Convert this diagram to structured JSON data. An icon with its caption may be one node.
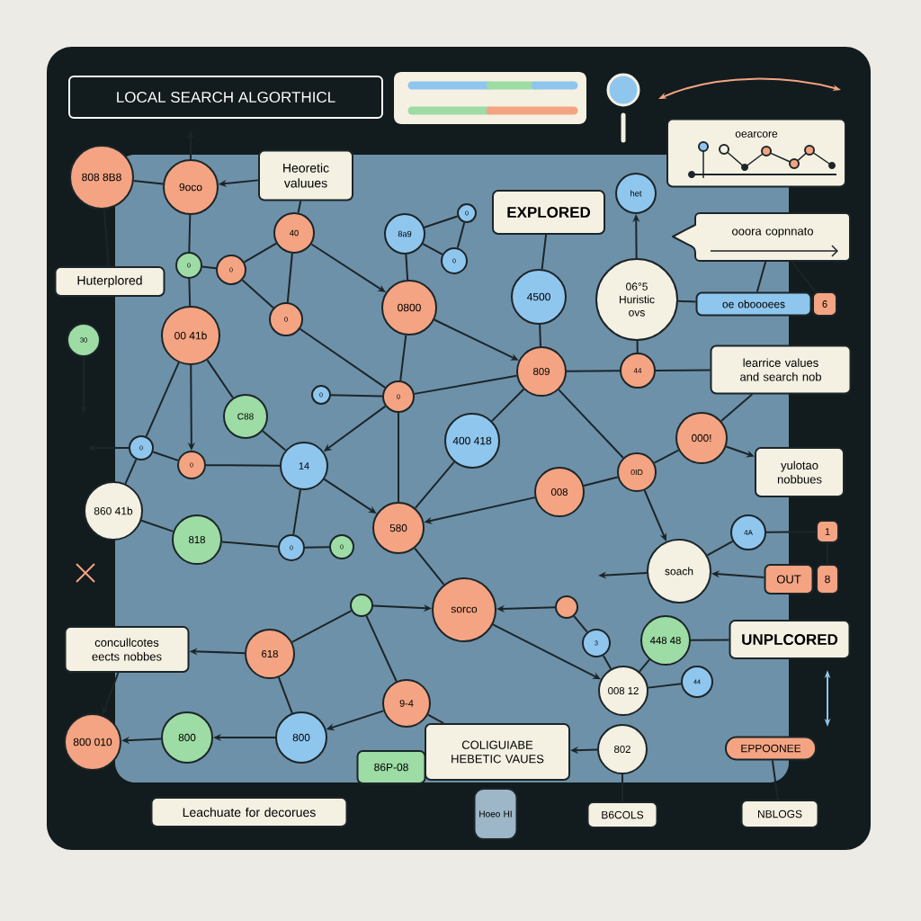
{
  "diagram": {
    "title": "LOCAL SEARCH ALGORTHICL",
    "nodes": [
      {
        "text": [
          "808 8B8"
        ]
      },
      {
        "text": [
          "9oco"
        ]
      },
      {
        "text": [
          "Heoretic valuues"
        ]
      },
      {
        "text": [
          "het"
        ]
      },
      {
        "text": [
          "oearcore"
        ]
      },
      {
        "text": [
          "EXPLORED"
        ]
      },
      {
        "text": [
          "0"
        ]
      },
      {
        "text": [
          "40"
        ]
      },
      {
        "text": [
          "8a9"
        ]
      },
      {
        "text": [
          "ooora copnnato"
        ]
      },
      {
        "text": [
          "0"
        ]
      },
      {
        "text": [
          "0"
        ]
      },
      {
        "text": [
          "0"
        ]
      },
      {
        "text": [
          "Huterplored"
        ]
      },
      {
        "text": [
          "4500"
        ]
      },
      {
        "text": [
          "06°5",
          "Huristic",
          "ovs"
        ]
      },
      {
        "text": [
          "oe oboooees"
        ]
      },
      {
        "text": [
          "6"
        ]
      },
      {
        "text": [
          "0800"
        ]
      },
      {
        "text": [
          "0"
        ]
      },
      {
        "text": [
          "00 41b"
        ]
      },
      {
        "text": [
          "30"
        ]
      },
      {
        "text": [
          "809"
        ]
      },
      {
        "text": [
          "44"
        ]
      },
      {
        "text": [
          "learrice values and search nob"
        ]
      },
      {
        "text": [
          "0"
        ]
      },
      {
        "text": [
          "0"
        ]
      },
      {
        "text": [
          "C88"
        ]
      },
      {
        "text": [
          "400 418"
        ]
      },
      {
        "text": [
          "000!"
        ]
      },
      {
        "text": [
          "0"
        ]
      },
      {
        "text": [
          "0"
        ]
      },
      {
        "text": [
          "14"
        ]
      },
      {
        "text": [
          "0ID"
        ]
      },
      {
        "text": [
          "yulotao nobbues"
        ]
      },
      {
        "text": [
          "008"
        ]
      },
      {
        "text": [
          "860 41b"
        ]
      },
      {
        "text": [
          "580"
        ]
      },
      {
        "text": [
          "4A"
        ]
      },
      {
        "text": [
          "1"
        ]
      },
      {
        "text": [
          "818"
        ]
      },
      {
        "text": [
          "0"
        ]
      },
      {
        "text": [
          "0"
        ]
      },
      {
        "text": [
          "soach"
        ]
      },
      {
        "text": [
          "OUT"
        ]
      },
      {
        "text": [
          "8"
        ]
      },
      {
        "text": [
          "sorco"
        ]
      },
      {
        "text": [
          "448 48"
        ]
      },
      {
        "text": [
          "UNPLCORED"
        ]
      },
      {
        "text": [
          "concullcotes eects nobbes"
        ]
      },
      {
        "text": [
          "618"
        ]
      },
      {
        "text": [
          "3"
        ]
      },
      {
        "text": [],
        "shape": "circle"
      },
      {
        "text": [],
        "shape": "circle"
      },
      {
        "text": [
          "9-4"
        ]
      },
      {
        "text": [
          "008 12"
        ]
      },
      {
        "text": [
          "44"
        ]
      },
      {
        "text": [
          "800 010"
        ]
      },
      {
        "text": [
          "800"
        ]
      },
      {
        "text": [
          "800"
        ]
      },
      {
        "text": [
          "COLIGUIABE HEBETIC VAUES"
        ]
      },
      {
        "text": [
          "86P-08"
        ]
      },
      {
        "text": [
          "802"
        ]
      },
      {
        "text": [
          "EPPOONEE"
        ]
      },
      {
        "text": [
          "Leachuate for decorues"
        ]
      },
      {
        "text": [
          "Hoeo HI"
        ]
      },
      {
        "text": [
          "B6COLS"
        ]
      },
      {
        "text": [
          "NBLOGS"
        ]
      }
    ],
    "edges": [
      {
        "from": 0,
        "to": 1,
        "arrow": "none"
      },
      {
        "from": 0,
        "to": 13,
        "arrow": "none"
      },
      {
        "from": 2,
        "to": 1,
        "arrow": "to"
      },
      {
        "from": 1,
        "to": 11,
        "arrow": "none"
      },
      {
        "from": 1,
        "to": null,
        "arrow": "to"
      },
      {
        "from": 2,
        "to": 7,
        "arrow": "none"
      },
      {
        "from": 7,
        "to": 12,
        "arrow": "none"
      },
      {
        "from": 7,
        "to": 18,
        "arrow": "to"
      },
      {
        "from": 7,
        "to": 19,
        "arrow": "none"
      },
      {
        "from": 8,
        "to": 10,
        "arrow": "none"
      },
      {
        "from": 8,
        "to": 18,
        "arrow": "none"
      },
      {
        "from": 6,
        "to": 8,
        "arrow": "none"
      },
      {
        "from": 6,
        "to": 10,
        "arrow": "none"
      },
      {
        "from": 11,
        "to": 12,
        "arrow": "none"
      },
      {
        "from": 11,
        "to": 20,
        "arrow": "none"
      },
      {
        "from": 12,
        "to": 19,
        "arrow": "none"
      },
      {
        "from": 5,
        "to": 14,
        "arrow": "none"
      },
      {
        "from": 15,
        "to": 3,
        "arrow": "to"
      },
      {
        "from": 15,
        "to": 16,
        "arrow": "none"
      },
      {
        "from": 9,
        "to": 16,
        "arrow": "none"
      },
      {
        "from": 9,
        "to": 17,
        "arrow": "none"
      },
      {
        "from": 14,
        "to": 22,
        "arrow": "none"
      },
      {
        "from": 18,
        "to": 22,
        "arrow": "to"
      },
      {
        "from": 15,
        "to": 23,
        "arrow": "none"
      },
      {
        "from": 22,
        "to": 23,
        "arrow": "none"
      },
      {
        "from": 23,
        "to": 24,
        "arrow": "none"
      },
      {
        "from": 24,
        "to": 29,
        "arrow": "none"
      },
      {
        "from": 22,
        "to": 25,
        "arrow": "none"
      },
      {
        "from": 19,
        "to": 25,
        "arrow": "none"
      },
      {
        "from": 18,
        "to": 25,
        "arrow": "none"
      },
      {
        "from": 25,
        "to": 26,
        "arrow": "none"
      },
      {
        "from": 20,
        "to": 27,
        "arrow": "none"
      },
      {
        "from": 20,
        "to": 30,
        "arrow": "none"
      },
      {
        "from": 20,
        "to": 31,
        "arrow": "to"
      },
      {
        "from": 27,
        "to": 32,
        "arrow": "none"
      },
      {
        "from": 25,
        "to": 32,
        "arrow": "to"
      },
      {
        "from": 25,
        "to": 37,
        "arrow": "none"
      },
      {
        "from": 22,
        "to": 28,
        "arrow": "none"
      },
      {
        "from": 22,
        "to": 33,
        "arrow": "none"
      },
      {
        "from": 29,
        "to": 33,
        "arrow": "none"
      },
      {
        "from": 29,
        "to": 34,
        "arrow": "to"
      },
      {
        "from": 30,
        "to": 31,
        "arrow": "none"
      },
      {
        "from": 31,
        "to": 32,
        "arrow": "none"
      },
      {
        "from": 30,
        "to": 36,
        "arrow": "none"
      },
      {
        "from": 21,
        "to": null,
        "arrow": "to"
      },
      {
        "from": 30,
        "to": null,
        "arrow": "to"
      },
      {
        "from": 32,
        "to": 37,
        "arrow": "to"
      },
      {
        "from": 32,
        "to": 41,
        "arrow": "none"
      },
      {
        "from": 28,
        "to": 37,
        "arrow": "none"
      },
      {
        "from": 33,
        "to": 35,
        "arrow": "none"
      },
      {
        "from": 35,
        "to": 37,
        "arrow": "to"
      },
      {
        "from": 33,
        "to": 43,
        "arrow": "to"
      },
      {
        "from": 36,
        "to": 40,
        "arrow": "none"
      },
      {
        "from": 40,
        "to": 41,
        "arrow": "none"
      },
      {
        "from": 41,
        "to": 42,
        "arrow": "none"
      },
      {
        "from": 37,
        "to": 46,
        "arrow": "none"
      },
      {
        "from": 38,
        "to": 43,
        "arrow": "none"
      },
      {
        "from": 38,
        "to": 39,
        "arrow": "none"
      },
      {
        "from": 44,
        "to": 43,
        "arrow": "to"
      },
      {
        "from": 43,
        "to": null,
        "arrow": "to"
      },
      {
        "from": 39,
        "to": 45,
        "arrow": "none"
      },
      {
        "from": 47,
        "to": 48,
        "arrow": "none"
      },
      {
        "from": 52,
        "to": 46,
        "arrow": "to"
      },
      {
        "from": 53,
        "to": 46,
        "arrow": "to"
      },
      {
        "from": 53,
        "to": 51,
        "arrow": "none"
      },
      {
        "from": 46,
        "to": 55,
        "arrow": "to"
      },
      {
        "from": 51,
        "to": 55,
        "arrow": "none"
      },
      {
        "from": 47,
        "to": 55,
        "arrow": "none"
      },
      {
        "from": 55,
        "to": 56,
        "arrow": "none"
      },
      {
        "from": 50,
        "to": 49,
        "arrow": "to"
      },
      {
        "from": 49,
        "to": 57,
        "arrow": "to"
      },
      {
        "from": 50,
        "to": 52,
        "arrow": "none"
      },
      {
        "from": 50,
        "to": 59,
        "arrow": "none"
      },
      {
        "from": 58,
        "to": 57,
        "arrow": "to"
      },
      {
        "from": 59,
        "to": 58,
        "arrow": "to"
      },
      {
        "from": 54,
        "to": 59,
        "arrow": "to"
      },
      {
        "from": 52,
        "to": 54,
        "arrow": "none"
      },
      {
        "from": 54,
        "to": 60,
        "arrow": "none"
      },
      {
        "from": 62,
        "to": 60,
        "arrow": "to"
      },
      {
        "from": 62,
        "to": 66,
        "arrow": "none"
      },
      {
        "from": 63,
        "to": 67,
        "arrow": "none"
      }
    ]
  }
}
